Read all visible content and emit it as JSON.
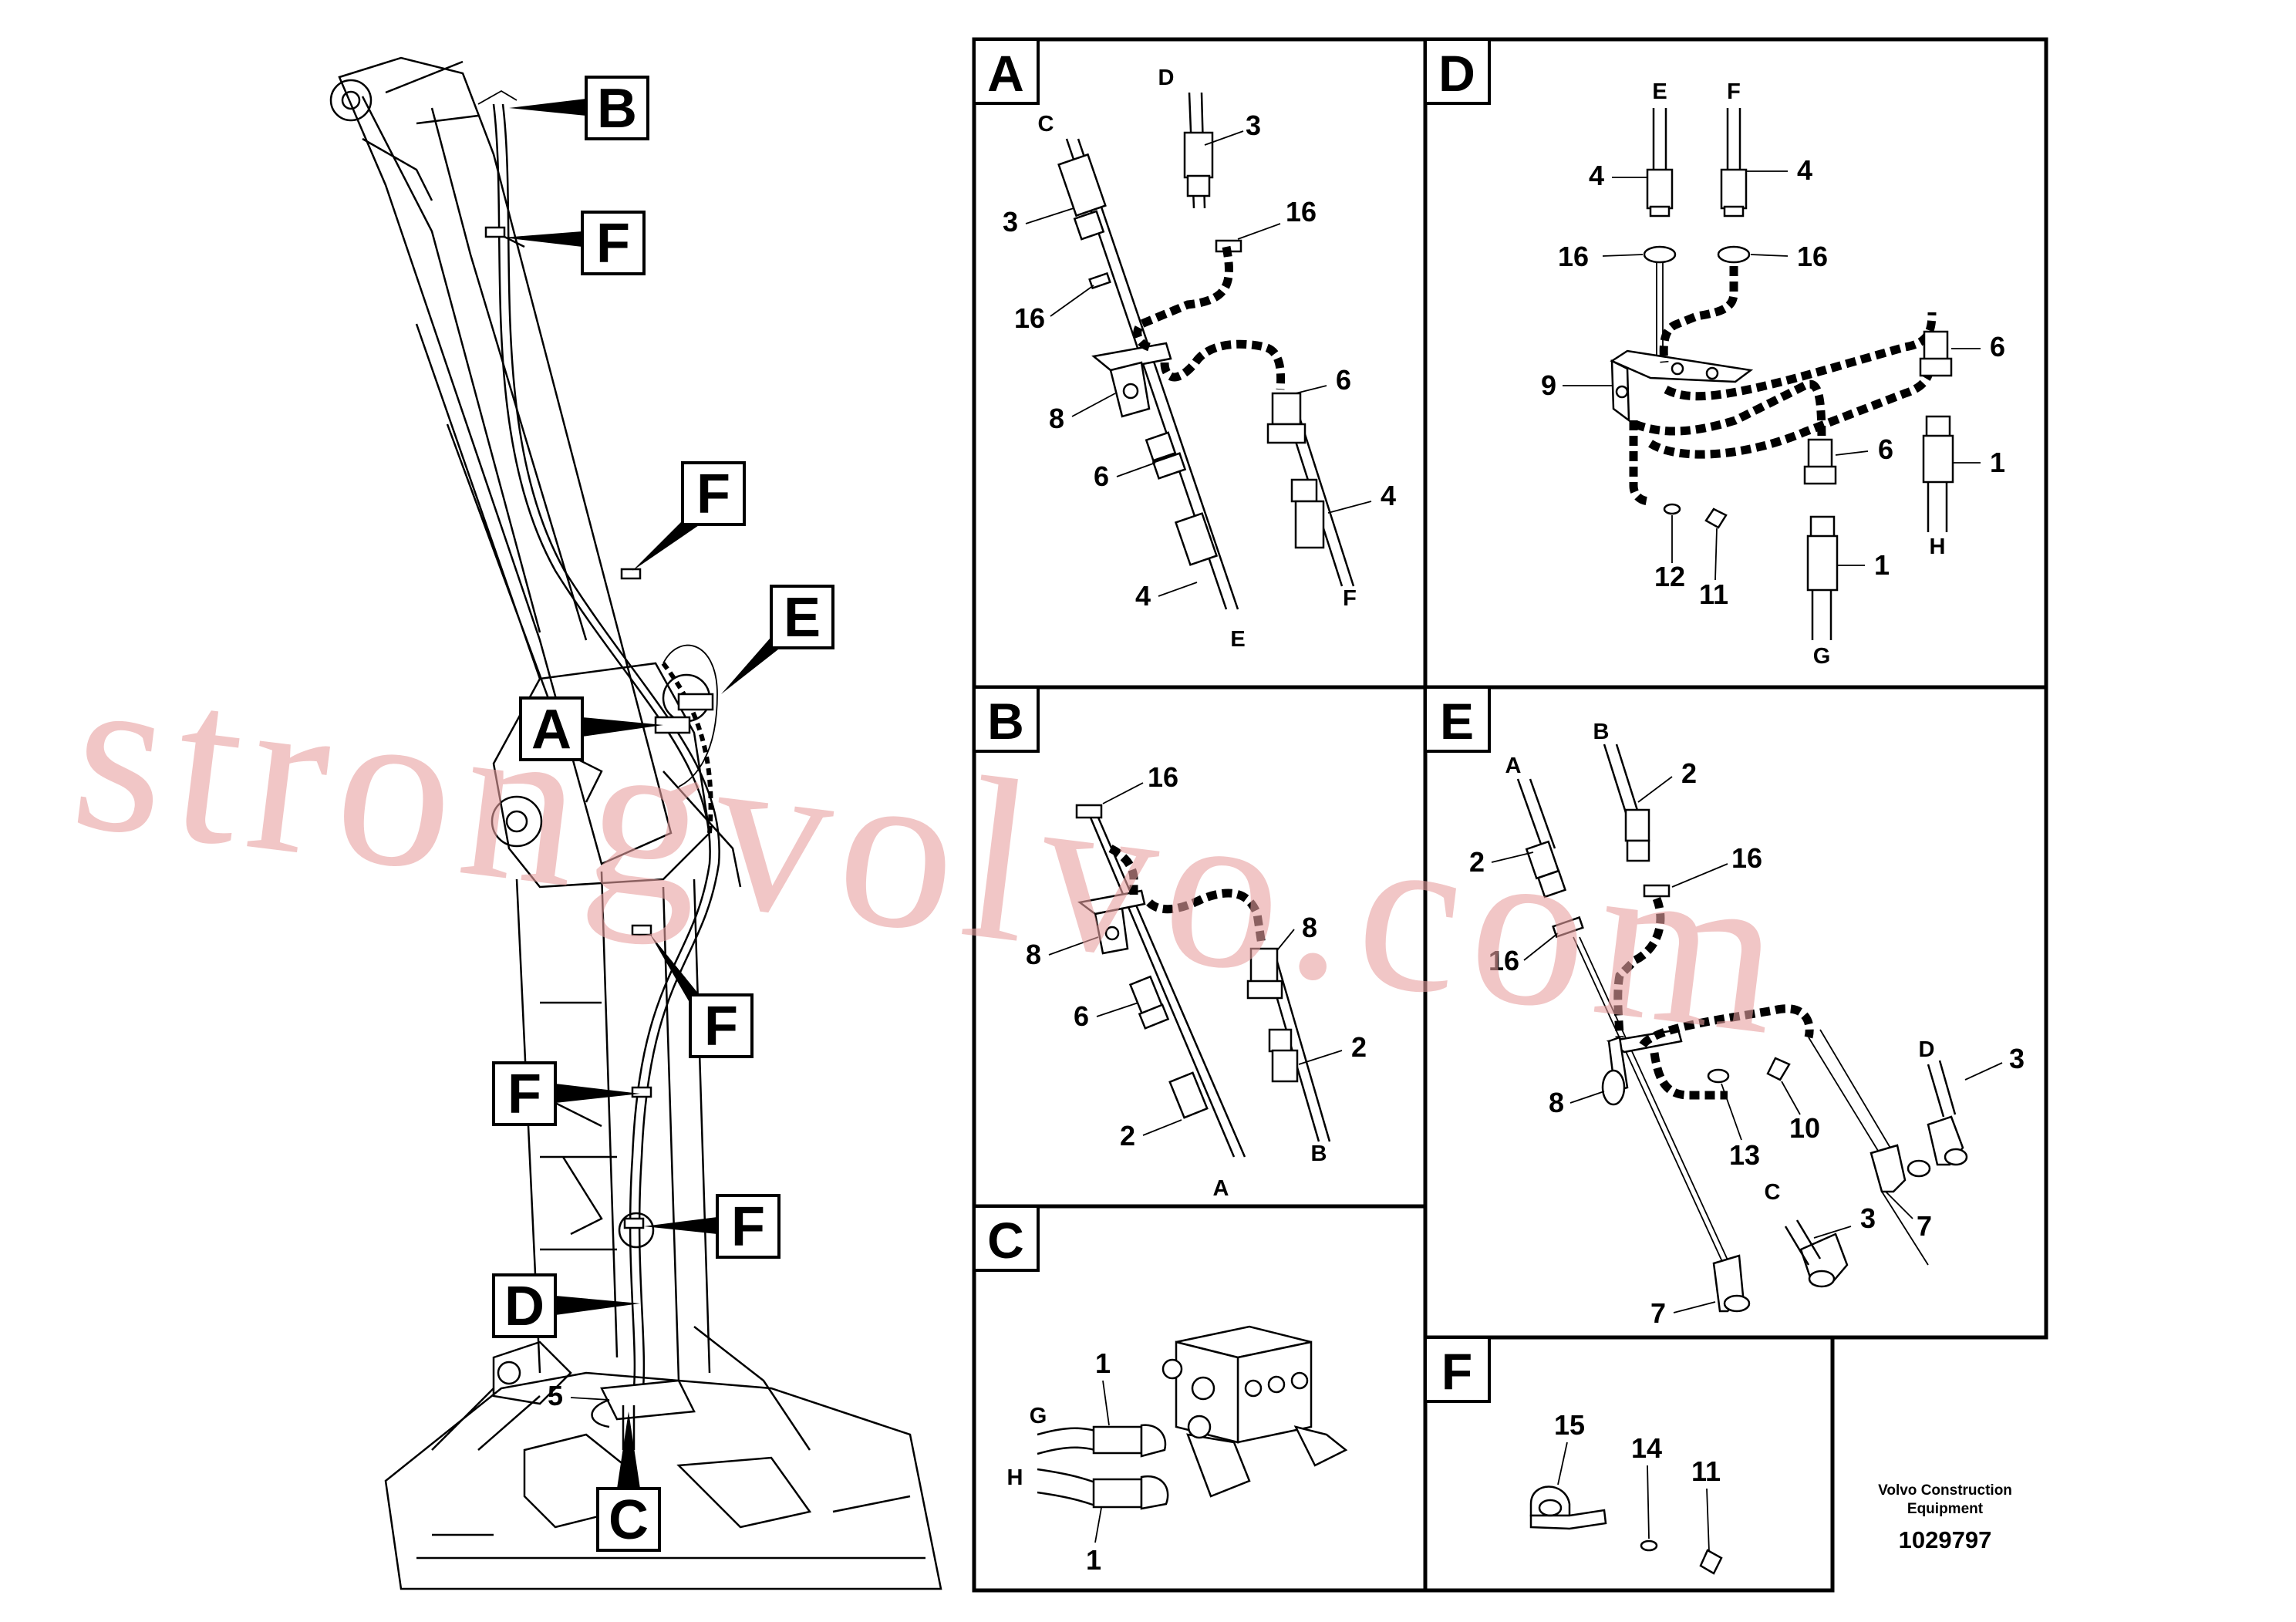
{
  "panels": {
    "A": {
      "letter": "A",
      "labels": [
        "C",
        "D",
        "3",
        "3",
        "16",
        "16",
        "8",
        "6",
        "6",
        "4",
        "4",
        "E",
        "F"
      ]
    },
    "B": {
      "letter": "B",
      "labels": [
        "16",
        "8",
        "6",
        "8",
        "2",
        "2",
        "A",
        "B"
      ]
    },
    "C": {
      "letter": "C",
      "labels": [
        "1",
        "G",
        "H",
        "1"
      ]
    },
    "D": {
      "letter": "D",
      "labels": [
        "E",
        "F",
        "4",
        "4",
        "16",
        "16",
        "9",
        "6",
        "6",
        "1",
        "1",
        "12",
        "11",
        "H",
        "G"
      ]
    },
    "E": {
      "letter": "E",
      "labels": [
        "A",
        "B",
        "2",
        "2",
        "16",
        "16",
        "8",
        "13",
        "10",
        "D",
        "3",
        "C",
        "3",
        "7",
        "7"
      ]
    },
    "F": {
      "letter": "F",
      "labels": [
        "15",
        "14",
        "11"
      ]
    }
  },
  "overview": {
    "callouts": [
      "B",
      "F",
      "F",
      "E",
      "A",
      "F",
      "F",
      "F",
      "D",
      "C"
    ],
    "part_label": "5"
  },
  "brand": {
    "line1": "Volvo Construction",
    "line2": "Equipment",
    "doc_number": "1029797"
  },
  "watermark": "strongvolvo.com"
}
